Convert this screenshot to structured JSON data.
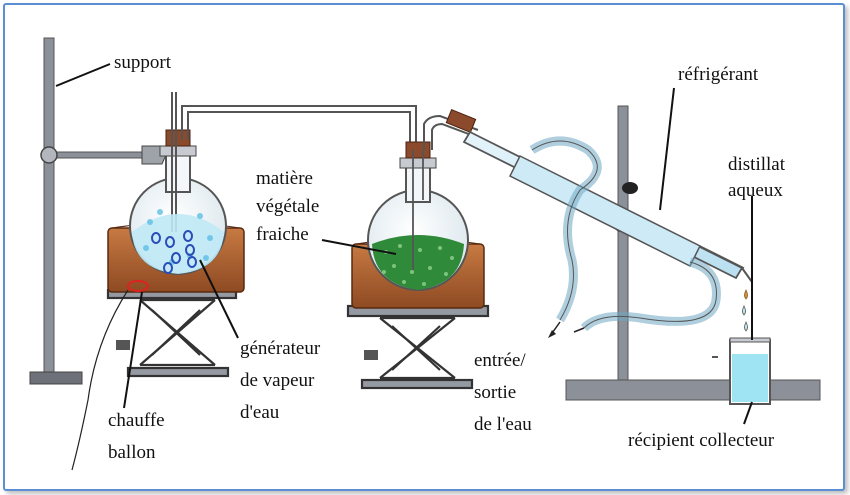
{
  "labels": {
    "support": "support",
    "refrigerant": "réfrigérant",
    "matiere_1": "matière",
    "matiere_2": "végétale",
    "matiere_3": "fraiche",
    "distillat_1": "distillat",
    "distillat_2": "aqueux",
    "generateur_1": "générateur",
    "generateur_2": "de vapeur",
    "generateur_3": "d'eau",
    "entree_1": "entrée/",
    "entree_2": "sortie",
    "entree_3": "de l'eau",
    "chauffe_1": "chauffe",
    "chauffe_2": "ballon",
    "recipient": "récipient collecteur"
  },
  "colors": {
    "frame": "#5b8fd1",
    "glass_outline": "#555555",
    "heater": "#b5642f",
    "water": "#bfe9f5",
    "plant": "#2f8a3a",
    "steel": "#7a7d85",
    "cork": "#8b4a2b"
  }
}
